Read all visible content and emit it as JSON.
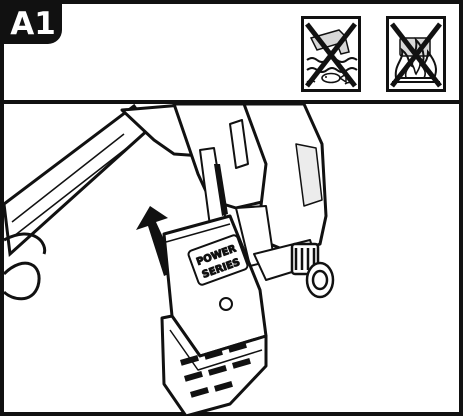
{
  "step": {
    "label": "A1"
  },
  "icons": [
    {
      "name": "no-water-immersion-icon"
    },
    {
      "name": "no-fire-icon"
    }
  ],
  "illustration": {
    "name": "battery-insertion-illustration",
    "battery_label_line1": "POWER",
    "battery_label_line2": "SERIES"
  },
  "colors": {
    "ink": "#111111",
    "background": "#ffffff",
    "tint": "#dcdcdc"
  }
}
